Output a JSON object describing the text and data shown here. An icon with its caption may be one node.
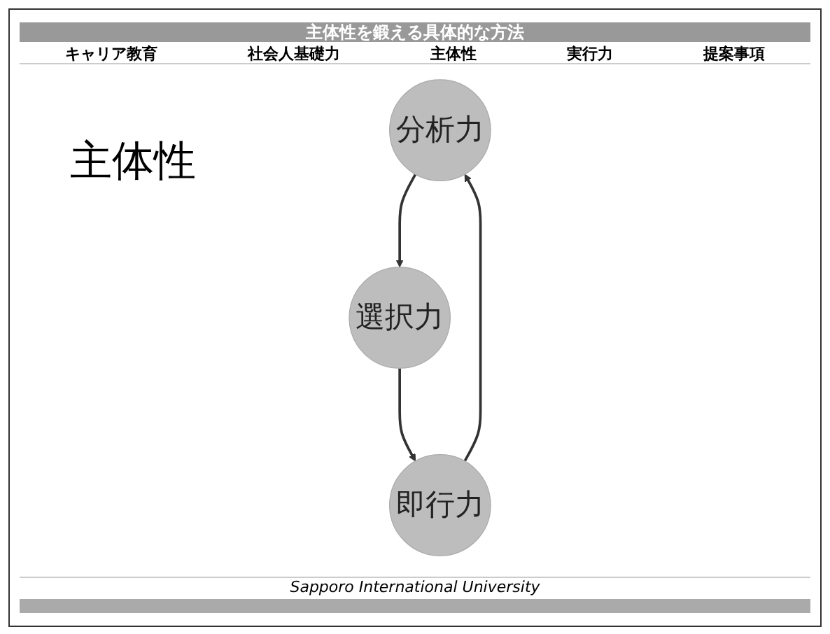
{
  "diagram": {
    "title": "主体性を鍛える具体的な方法",
    "nodes": [
      {
        "text": [
          "分析力"
        ]
      },
      {
        "text": [
          "選択力"
        ]
      },
      {
        "text": [
          "即行力"
        ]
      }
    ],
    "edges": [
      {
        "from": 0,
        "to": 1,
        "arrow": "to"
      },
      {
        "from": 1,
        "to": 2,
        "arrow": "to"
      },
      {
        "from": 2,
        "to": 0,
        "arrow": "to"
      }
    ],
    "labels": [
      "キャリア教育",
      "社会人基礎力",
      "主体性",
      "実行力",
      "提案事項",
      "主体性",
      "Sapporo International University"
    ]
  }
}
